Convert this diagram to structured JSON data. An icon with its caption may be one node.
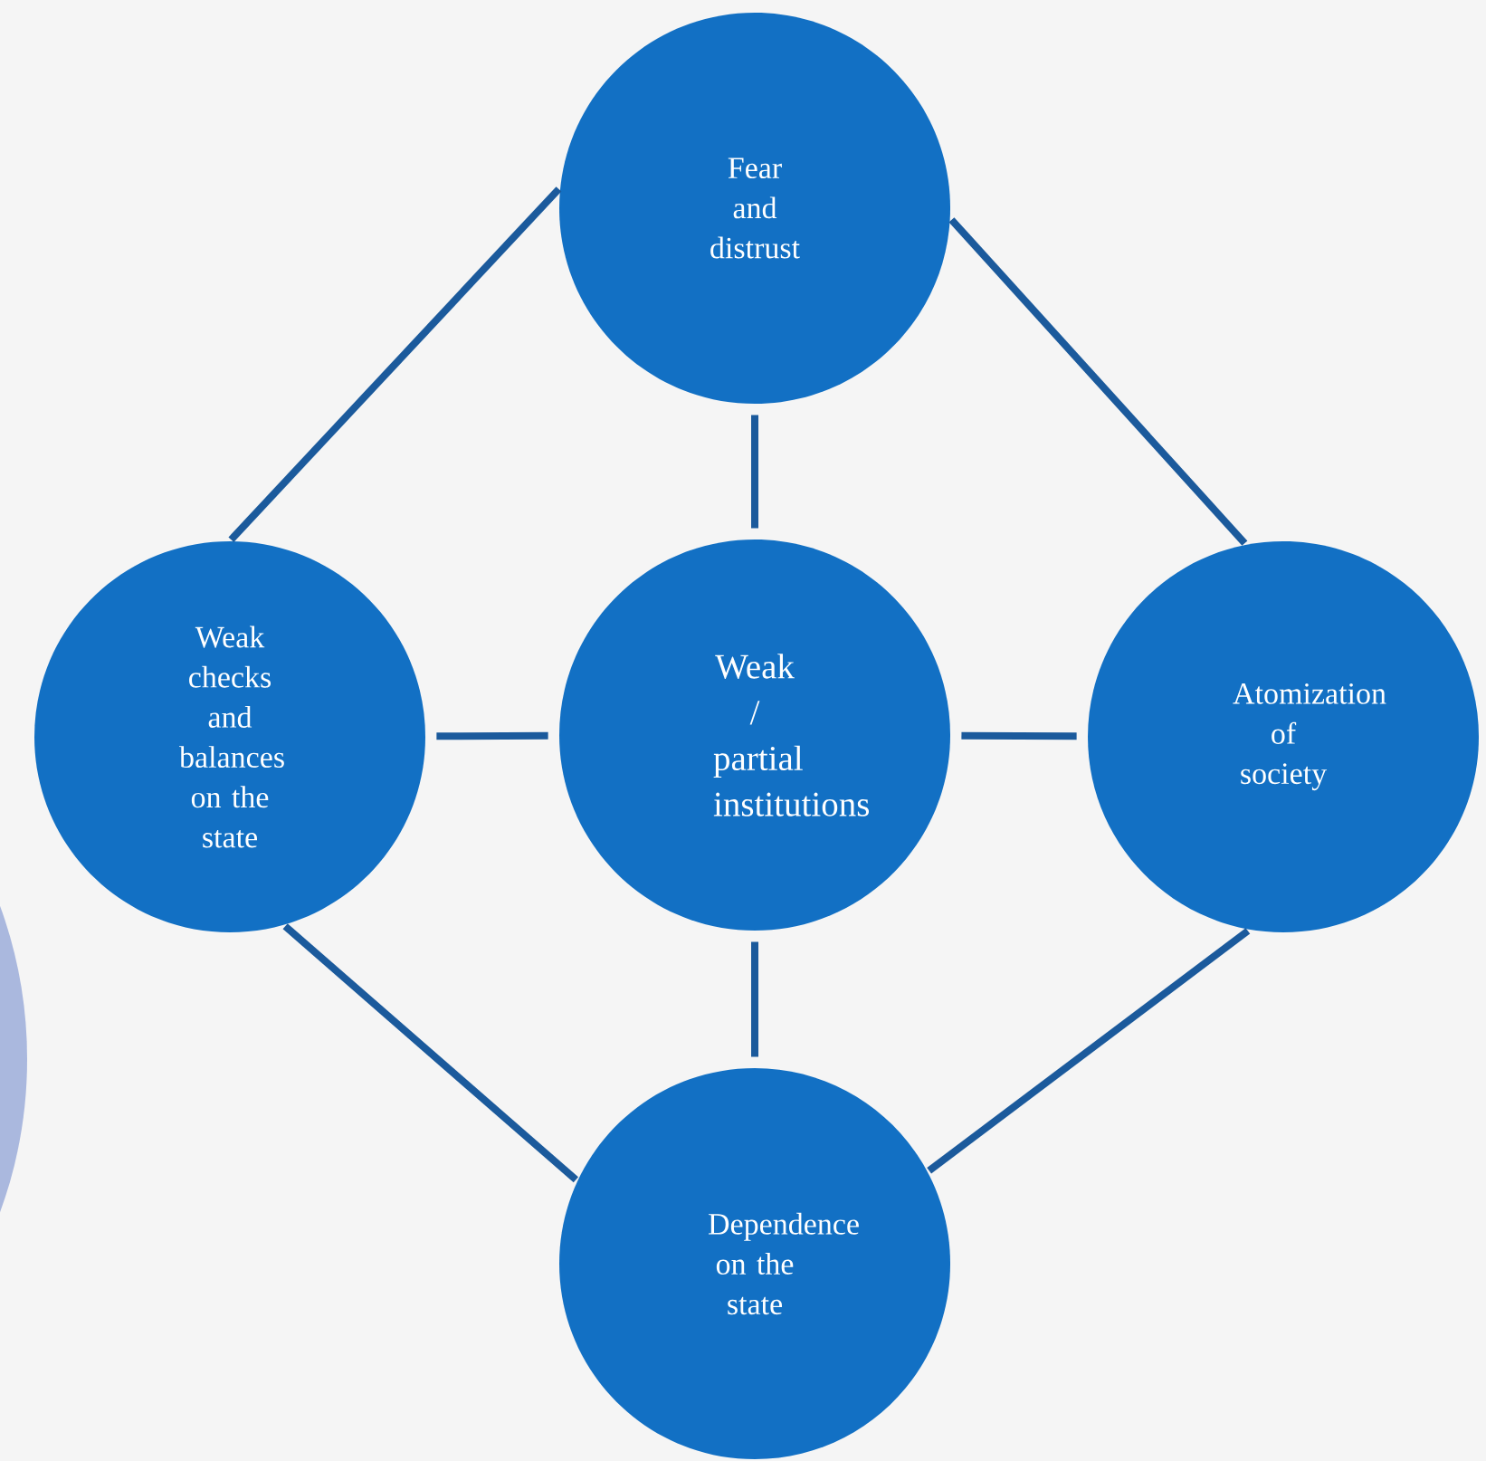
{
  "diagram": {
    "nodes": [
      {
        "text": [
          "Fear and distrust"
        ]
      },
      {
        "text": [
          "Weak checks and balances on the state"
        ]
      },
      {
        "text": [
          "Weak / partial institutions"
        ]
      },
      {
        "text": [
          "Atomization of society"
        ]
      },
      {
        "text": [
          "Dependence on the state"
        ]
      }
    ],
    "edges": [
      {
        "from": 0,
        "to": 1,
        "arrow": "none"
      },
      {
        "from": 0,
        "to": 3,
        "arrow": "none"
      },
      {
        "from": 0,
        "to": 2,
        "arrow": "none"
      },
      {
        "from": 1,
        "to": 2,
        "arrow": "none"
      },
      {
        "from": 2,
        "to": 3,
        "arrow": "none"
      },
      {
        "from": 2,
        "to": 4,
        "arrow": "none"
      },
      {
        "from": 1,
        "to": 4,
        "arrow": "none"
      },
      {
        "from": 3,
        "to": 4,
        "arrow": "none"
      }
    ]
  }
}
